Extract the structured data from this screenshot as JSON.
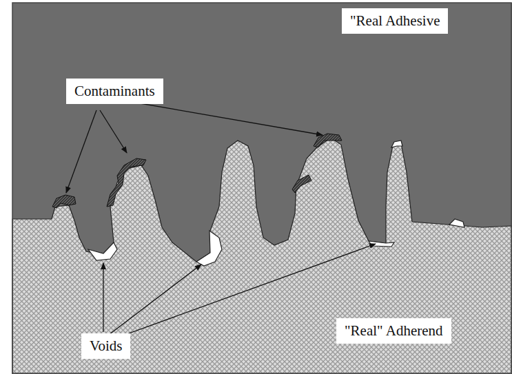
{
  "diagram": {
    "labels": [
      "\"Real Adhesive",
      "Contaminants",
      "Voids",
      "\"Real\" Adherend"
    ]
  }
}
